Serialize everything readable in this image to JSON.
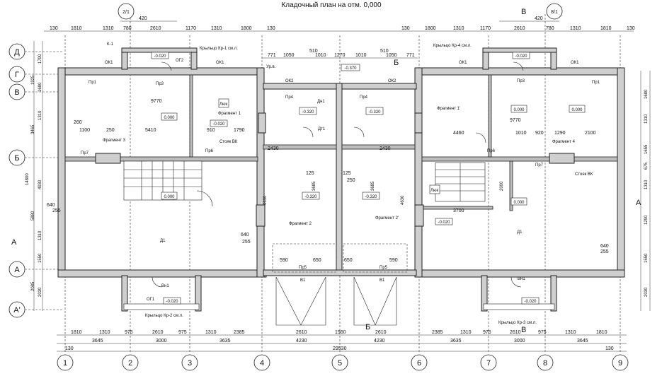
{
  "title": "Кладочный план на отм. 0,000",
  "axes_bottom": [
    "1",
    "2",
    "3",
    "4",
    "5",
    "6",
    "7",
    "8",
    "9"
  ],
  "axes_left": [
    "Д",
    "Г",
    "В",
    "Б",
    "А",
    "А'"
  ],
  "axes_top": [
    "2/1",
    "8/1"
  ],
  "section_marks": [
    "В",
    "Б",
    "А",
    "Б",
    "А",
    "В"
  ],
  "dims_top_row1": [
    "130",
    "1810",
    "1310",
    "780",
    "2610",
    "1170",
    "1310",
    "1800",
    "130",
    "130",
    "1800",
    "1310",
    "1170",
    "2610",
    "780",
    "1310",
    "1810",
    "130"
  ],
  "dims_top_row2": [
    "420",
    "420"
  ],
  "dims_mid": [
    "771",
    "1050",
    "510",
    "1010",
    "1270",
    "1010",
    "510",
    "1050",
    "771"
  ],
  "dims_bottom_row1": [
    "1810",
    "1310",
    "975",
    "2610",
    "975",
    "1310",
    "2385",
    "2610",
    "1560",
    "2610",
    "2385",
    "1310",
    "975",
    "2610",
    "975",
    "1310",
    "1810"
  ],
  "dims_bottom_row2": [
    "3645",
    "3000",
    "3635",
    "4230",
    "4230",
    "3635",
    "3000",
    "3645"
  ],
  "dims_bottom_row3": [
    "130",
    "29530",
    "130"
  ],
  "dims_left": [
    "1790",
    "1925",
    "1680",
    "3465",
    "1310",
    "4930",
    "14800",
    "5880",
    "1310",
    "1550",
    "2085",
    "2030"
  ],
  "dims_right": [
    "1680",
    "1310",
    "1655",
    "675",
    "1310",
    "1290",
    "1550",
    "2030"
  ],
  "areas": [
    "0.000",
    "0.000",
    "-0.320",
    "-0.320",
    "-0.320",
    "-0.320",
    "0.000",
    "0.000",
    "0.000",
    "-0.020",
    "-0.020",
    "-0.020",
    "-0.020",
    "-0.020",
    "-0.020",
    "-0.370"
  ],
  "rooms": [
    "ОК1",
    "ОК1",
    "ОК2",
    "ОК2",
    "ОК1",
    "ОК1",
    "Пр1",
    "Пр3",
    "Пр4",
    "Пр4",
    "Пр3",
    "Пр1",
    "Пр7",
    "Пр6",
    "Пр6",
    "Пр7",
    "Д1",
    "Д1",
    "Пр5",
    "Пр5",
    "В1",
    "В1",
    "Вн1",
    "Вн1",
    "ОГ1",
    "ОГ2",
    "К-1",
    "Дн1",
    "Дт1",
    "Ур.в."
  ],
  "labels": {
    "frag1": "Фрагмент 1",
    "frag1b": "Фрагмент 1'",
    "frag2": "Фрагмент 2",
    "frag2b": "Фрагмент 2'",
    "frag3": "Фрагмент 3",
    "frag4": "Фрагмент 4",
    "stoyak": "Стояк ВК",
    "stoyak2": "Стояк ВК",
    "krylco_top": "Крыльцо Кр-1 см.л.",
    "krylco_top2": "Крыльцо Кр-4 см.л.",
    "krylco_bot": "Крыльцо Кр-2 см.л.",
    "krylco_bot2": "Крыльцо Кр-3 см.л.",
    "lyuk": "Люк",
    "d9770": "9770",
    "d5410": "5410",
    "d1100": "1100",
    "d250": "250",
    "d910": "910",
    "d1790": "1790",
    "d260": "260",
    "d4460": "4460",
    "d3700": "3700",
    "d125": "125",
    "d3685": "3685",
    "d2430": "2430",
    "d4630": "4630",
    "d640": "640",
    "d255": "255",
    "d2100": "2100",
    "d1010": "1010",
    "d920": "920",
    "d1290": "1290",
    "d590": "590",
    "d650": "650",
    "d2000": "2000"
  }
}
